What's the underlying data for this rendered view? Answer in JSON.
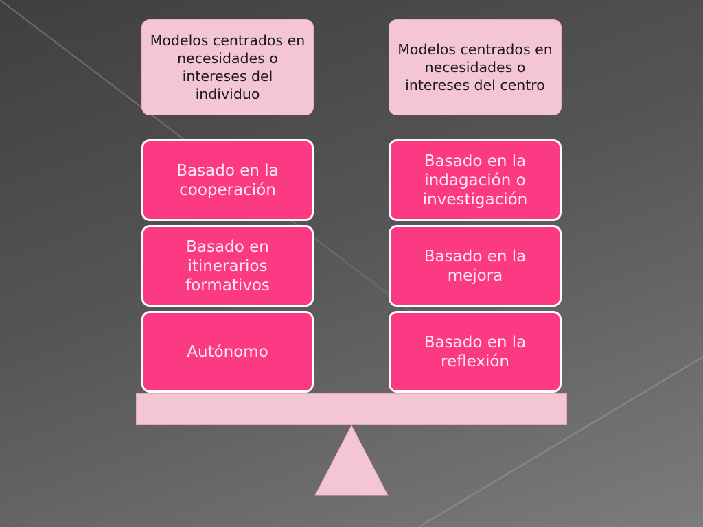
{
  "diagram": {
    "left_column": {
      "header": "Modelos centrados en necesidades o intereses del individuo",
      "items": [
        "Basado en la cooperación",
        "Basado en itinerarios formativos",
        "Autónomo"
      ]
    },
    "right_column": {
      "header": "Modelos centrados en necesidades o intereses del centro",
      "items": [
        "Basado en la indagación o investigación",
        "Basado en la mejora",
        "Basado en la reflexión"
      ]
    }
  },
  "colors": {
    "background": "#555555",
    "header_fill": "#f4c6d4",
    "item_fill": "#fc3a84",
    "item_border": "#ffffff",
    "balance_fill": "#f4c6d4"
  }
}
